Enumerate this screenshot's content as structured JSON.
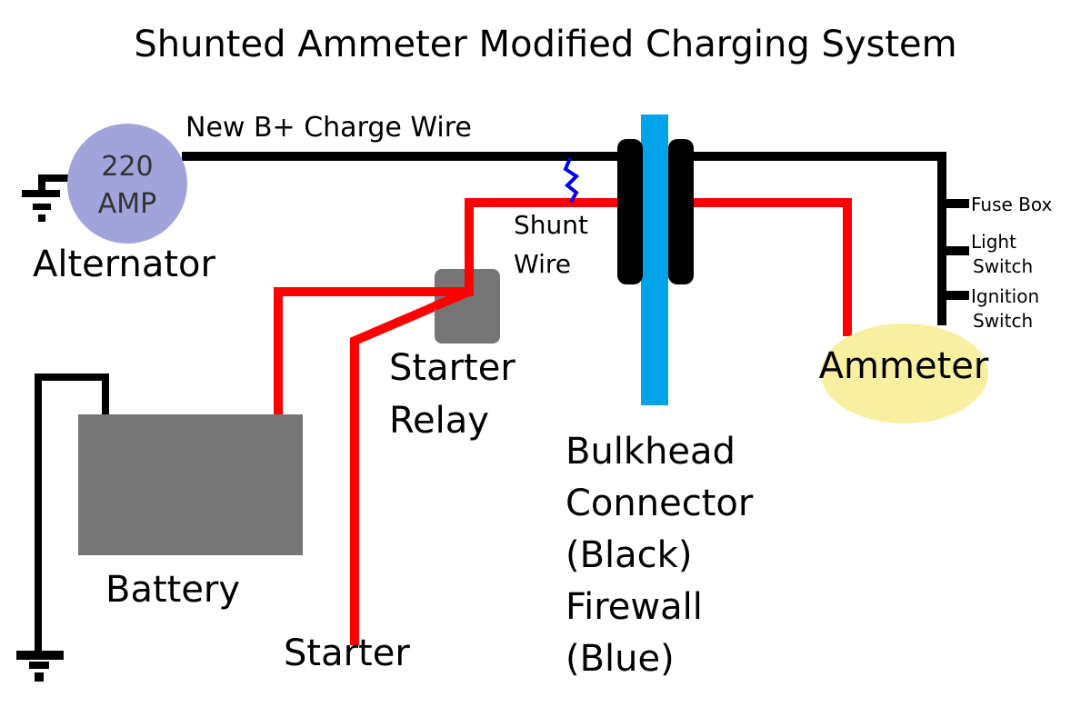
{
  "title": "Shunted Ammeter Modified Charging System",
  "colors": {
    "wire_black": "#000000",
    "wire_red": "#ff0000",
    "shunt_blue": "#0000ee",
    "firewall_blue": "#00a2e8",
    "alternator_fill": "#a3a3dc",
    "ammeter_fill": "#f8f0a0",
    "component_gray": "#757575"
  },
  "components": {
    "alternator": {
      "rating_line1": "220",
      "rating_line2": "AMP",
      "label": "Alternator"
    },
    "battery": {
      "label": "Battery"
    },
    "starter_relay": {
      "label_line1": "Starter",
      "label_line2": "Relay"
    },
    "starter": {
      "label": "Starter"
    },
    "ammeter": {
      "label": "Ammeter"
    },
    "bulkhead": {
      "lines": [
        "Bulkhead",
        "Connector",
        "(Black)",
        "Firewall",
        "(Blue)"
      ]
    }
  },
  "wires": {
    "charge_wire": "New B+ Charge Wire",
    "shunt_wire_line1": "Shunt",
    "shunt_wire_line2": "Wire"
  },
  "branches": [
    {
      "line1": "Fuse Box",
      "line2": ""
    },
    {
      "line1": "Light",
      "line2": "Switch"
    },
    {
      "line1": "Ignition",
      "line2": "Switch"
    }
  ]
}
